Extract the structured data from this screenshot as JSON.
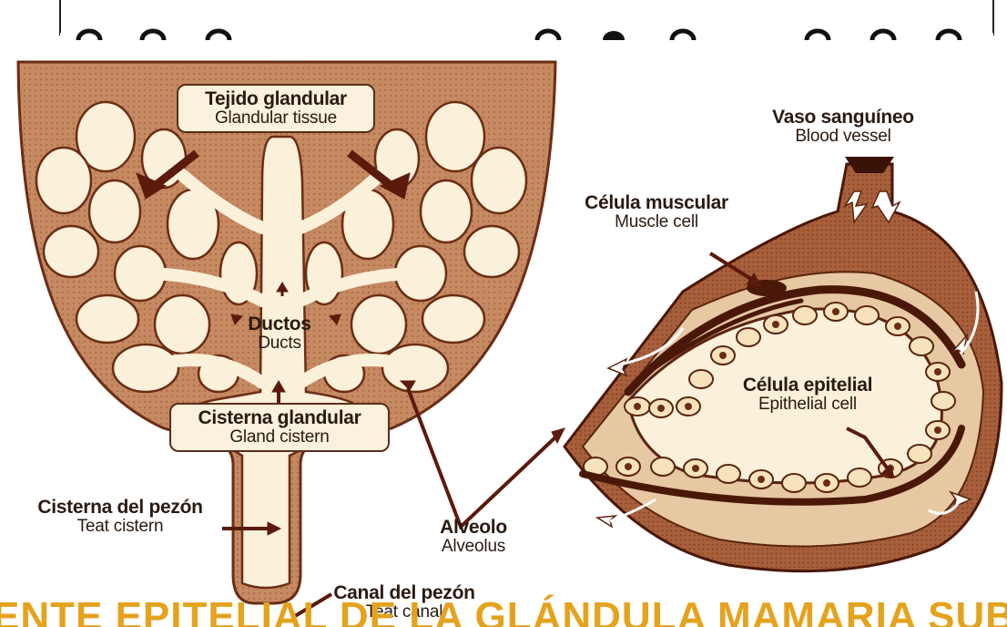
{
  "labels": {
    "glandular_tissue": {
      "es": "Tejido glandular",
      "en": "Glandular tissue"
    },
    "blood_vessel": {
      "es": "Vaso sanguíneo",
      "en": "Blood vessel"
    },
    "muscle_cell": {
      "es": "Célula muscular",
      "en": "Muscle cell"
    },
    "ducts": {
      "es": "Ductos",
      "en": "Ducts"
    },
    "epithelial_cell": {
      "es": "Célula epitelial",
      "en": "Epithelial cell"
    },
    "gland_cistern": {
      "es": "Cisterna glandular",
      "en": "Gland cistern"
    },
    "teat_cistern": {
      "es": "Cisterna del pezón",
      "en": "Teat cistern"
    },
    "alveolus": {
      "es": "Alveolo",
      "en": "Alveolus"
    },
    "teat_canal": {
      "es": "Canal del pezón",
      "en": "Teat canal"
    }
  },
  "caption_partial": "ENTE EPITELIAL DE LA GLÁNDULA MAMARIA SUBÓRDEN",
  "colors": {
    "udder_fill": "#c58a62",
    "udder_dark": "#6a2d14",
    "lumen": "#fbf0da",
    "arrow": "#5a1a0c",
    "caption": "#e5a21c"
  }
}
